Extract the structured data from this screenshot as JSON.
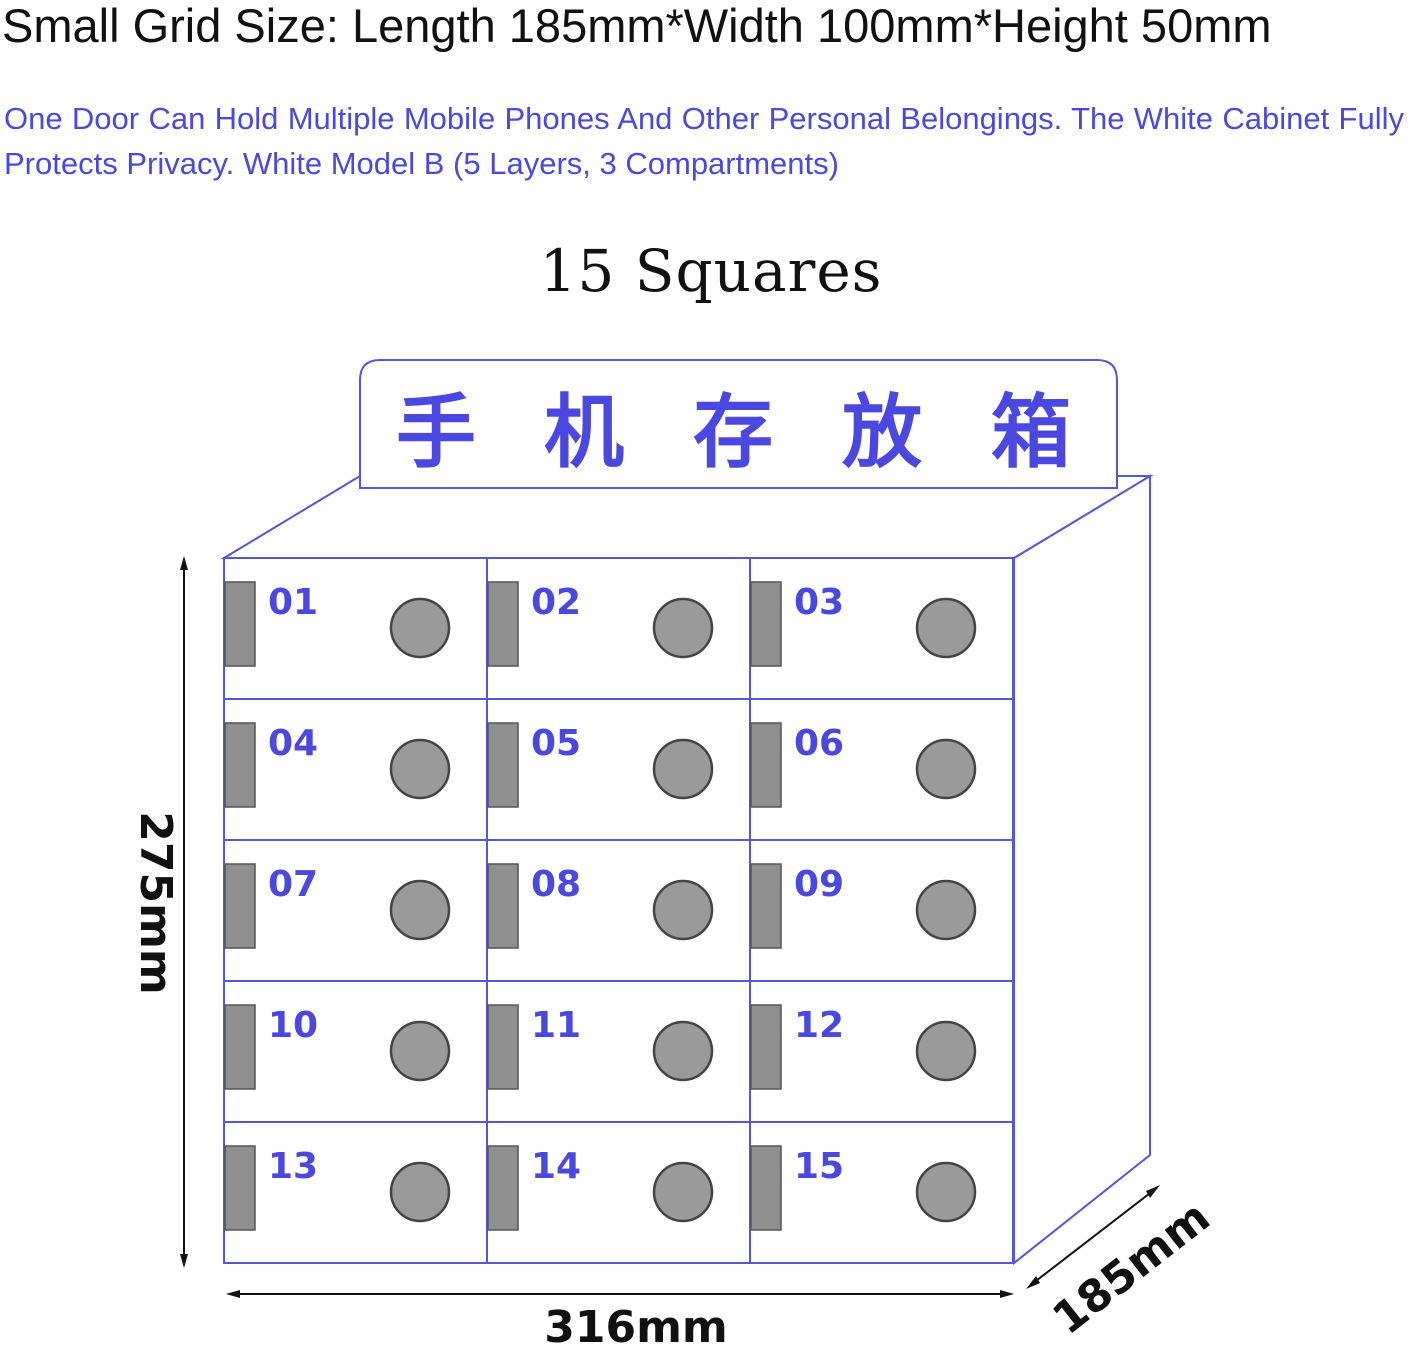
{
  "header": {
    "title": "Small Grid Size: Length 185mm*Width 100mm*Height 50mm",
    "description": "One Door Can Hold Multiple Mobile Phones And Other Personal Belongings. The White Cabinet Fully Protects Privacy. White Model B (5 Layers, 3 Compartments)",
    "squares_label": "15 Squares"
  },
  "cabinet": {
    "sign_characters": [
      "手",
      "机",
      "存",
      "放",
      "箱"
    ],
    "rows": 5,
    "columns": 3,
    "compartments": [
      "01",
      "02",
      "03",
      "04",
      "05",
      "06",
      "07",
      "08",
      "09",
      "10",
      "11",
      "12",
      "13",
      "14",
      "15"
    ]
  },
  "dimensions": {
    "height": "275mm",
    "width": "316mm",
    "depth": "185mm"
  },
  "colors": {
    "accent_blue": "#4a48e0",
    "outline_blue": "#5555dd",
    "hinge_gray": "#8f8f8f",
    "lock_gray": "#9a9a9a",
    "text_dark": "#111111"
  }
}
